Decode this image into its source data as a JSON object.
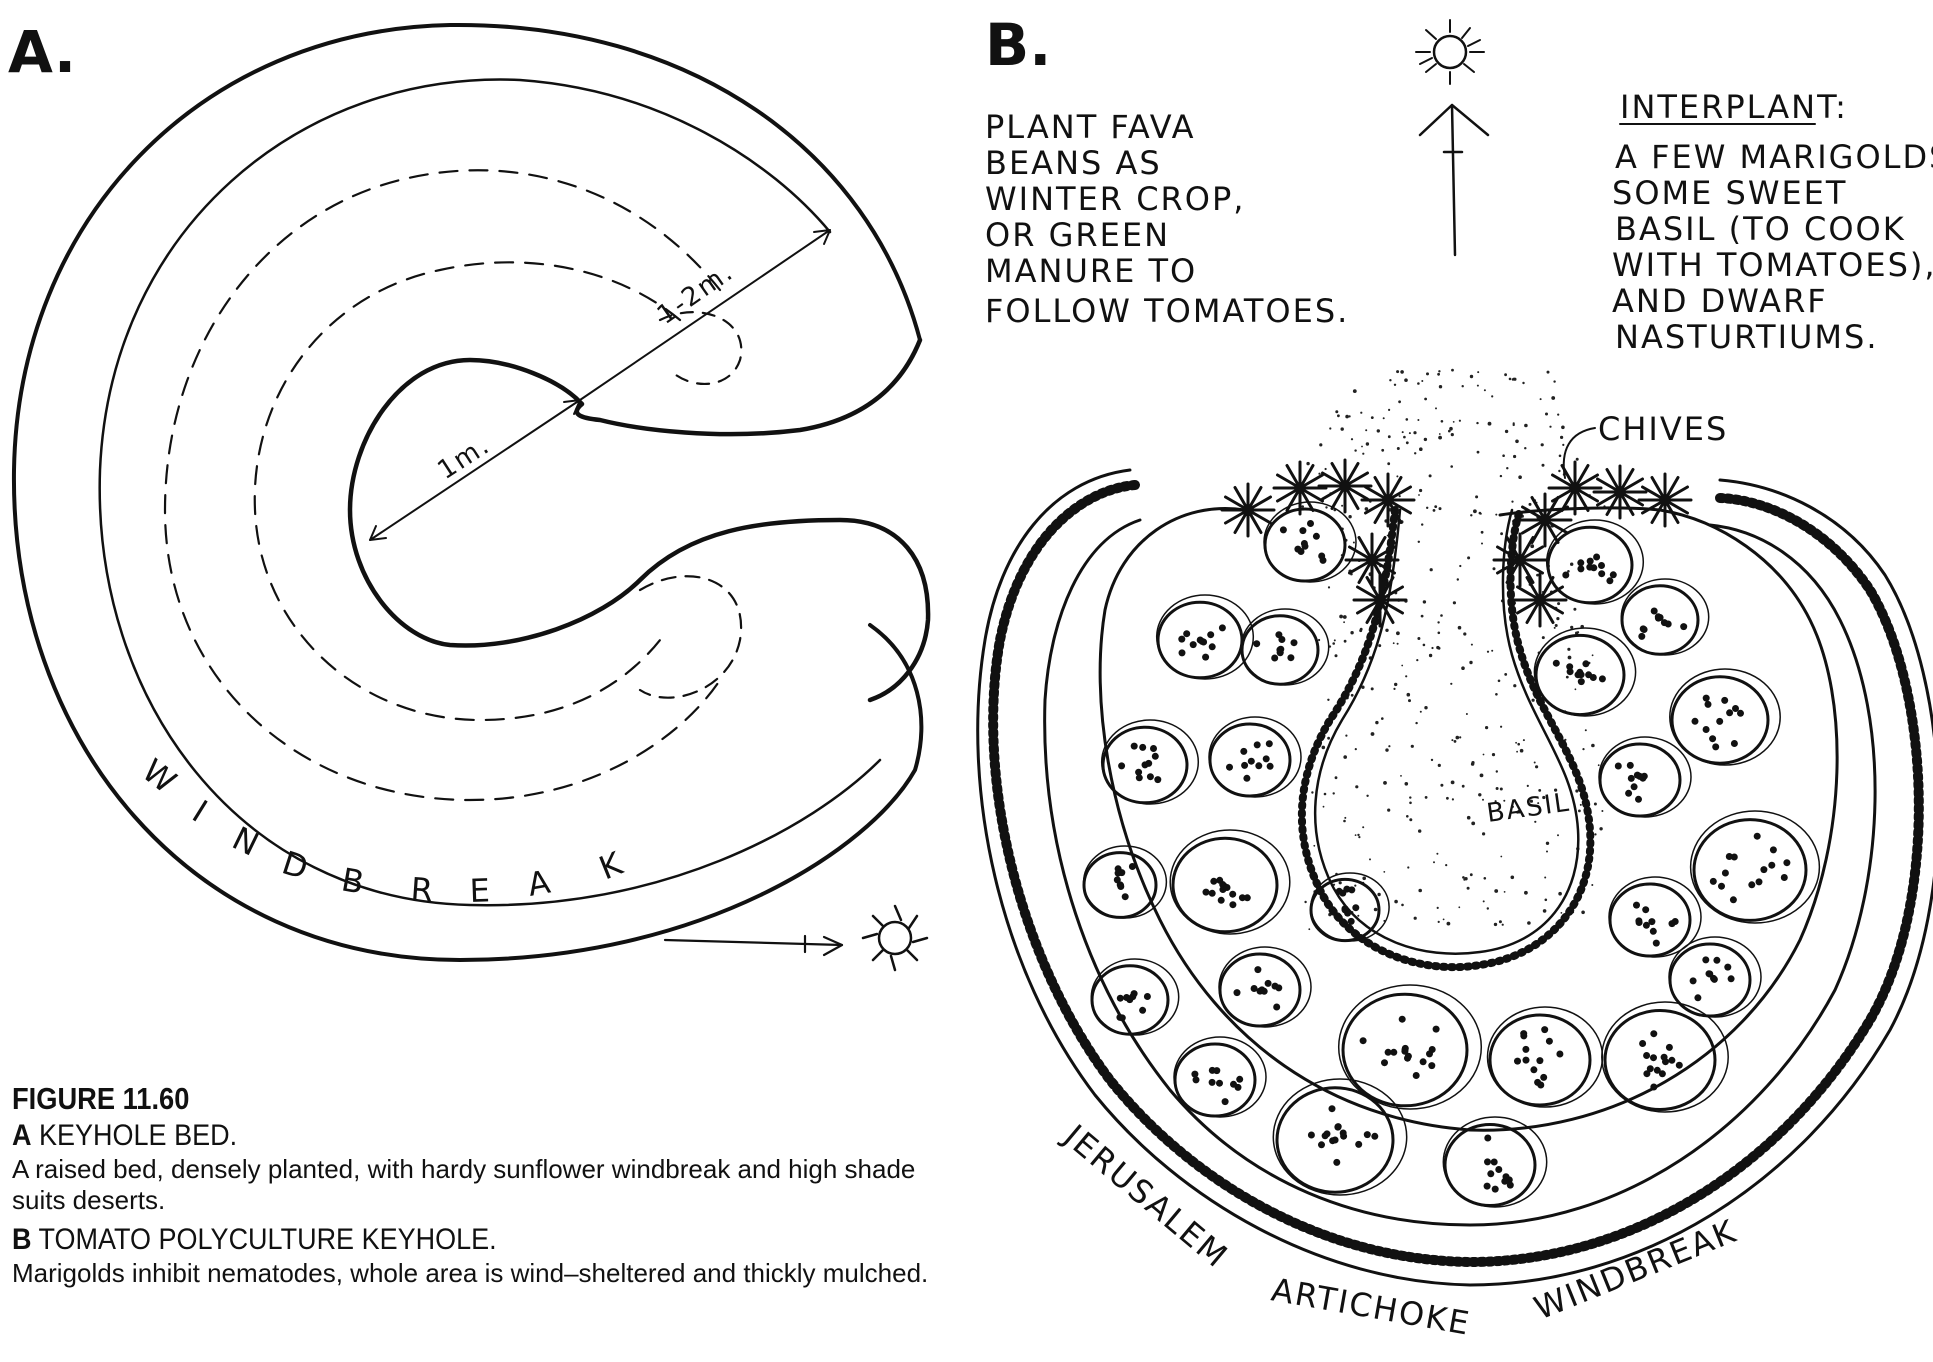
{
  "panel_a": {
    "letter": "A.",
    "inner_dimension": "1m.",
    "bed_dimension": "1-2m.",
    "windbreak_letters": [
      "W",
      "I",
      "N",
      "D",
      "B",
      "R",
      "E",
      "A",
      "K"
    ]
  },
  "panel_b": {
    "letter": "B.",
    "note_left": [
      "PLANT FAVA",
      "BEANS AS",
      "WINTER CROP,",
      "OR GREEN",
      "MANURE TO",
      "FOLLOW TOMATOES."
    ],
    "note_right_title": "INTERPLANT:",
    "note_right": [
      "A FEW MARIGOLDS,",
      "SOME SWEET",
      "BASIL (TO COOK",
      "WITH TOMATOES),",
      "AND DWARF",
      "NASTURTIUMS."
    ],
    "chives_label": "CHIVES",
    "basil_label": "BASIL",
    "jerusalem_label": "JERUSALEM",
    "artichoke_label": "ARTICHOKE",
    "windbreak_label": "WINDBREAK"
  },
  "caption": {
    "figure": "FIGURE 11.60",
    "a_letter": "A",
    "a_title": "KEYHOLE BED.",
    "a_text": "A raised bed, densely planted, with hardy sunflower windbreak and high shade suits deserts.",
    "b_letter": "B",
    "b_title": "TOMATO POLYCULTURE KEYHOLE.",
    "b_text": "Marigolds inhibit nematodes, whole area is wind–sheltered and thickly mulched."
  }
}
